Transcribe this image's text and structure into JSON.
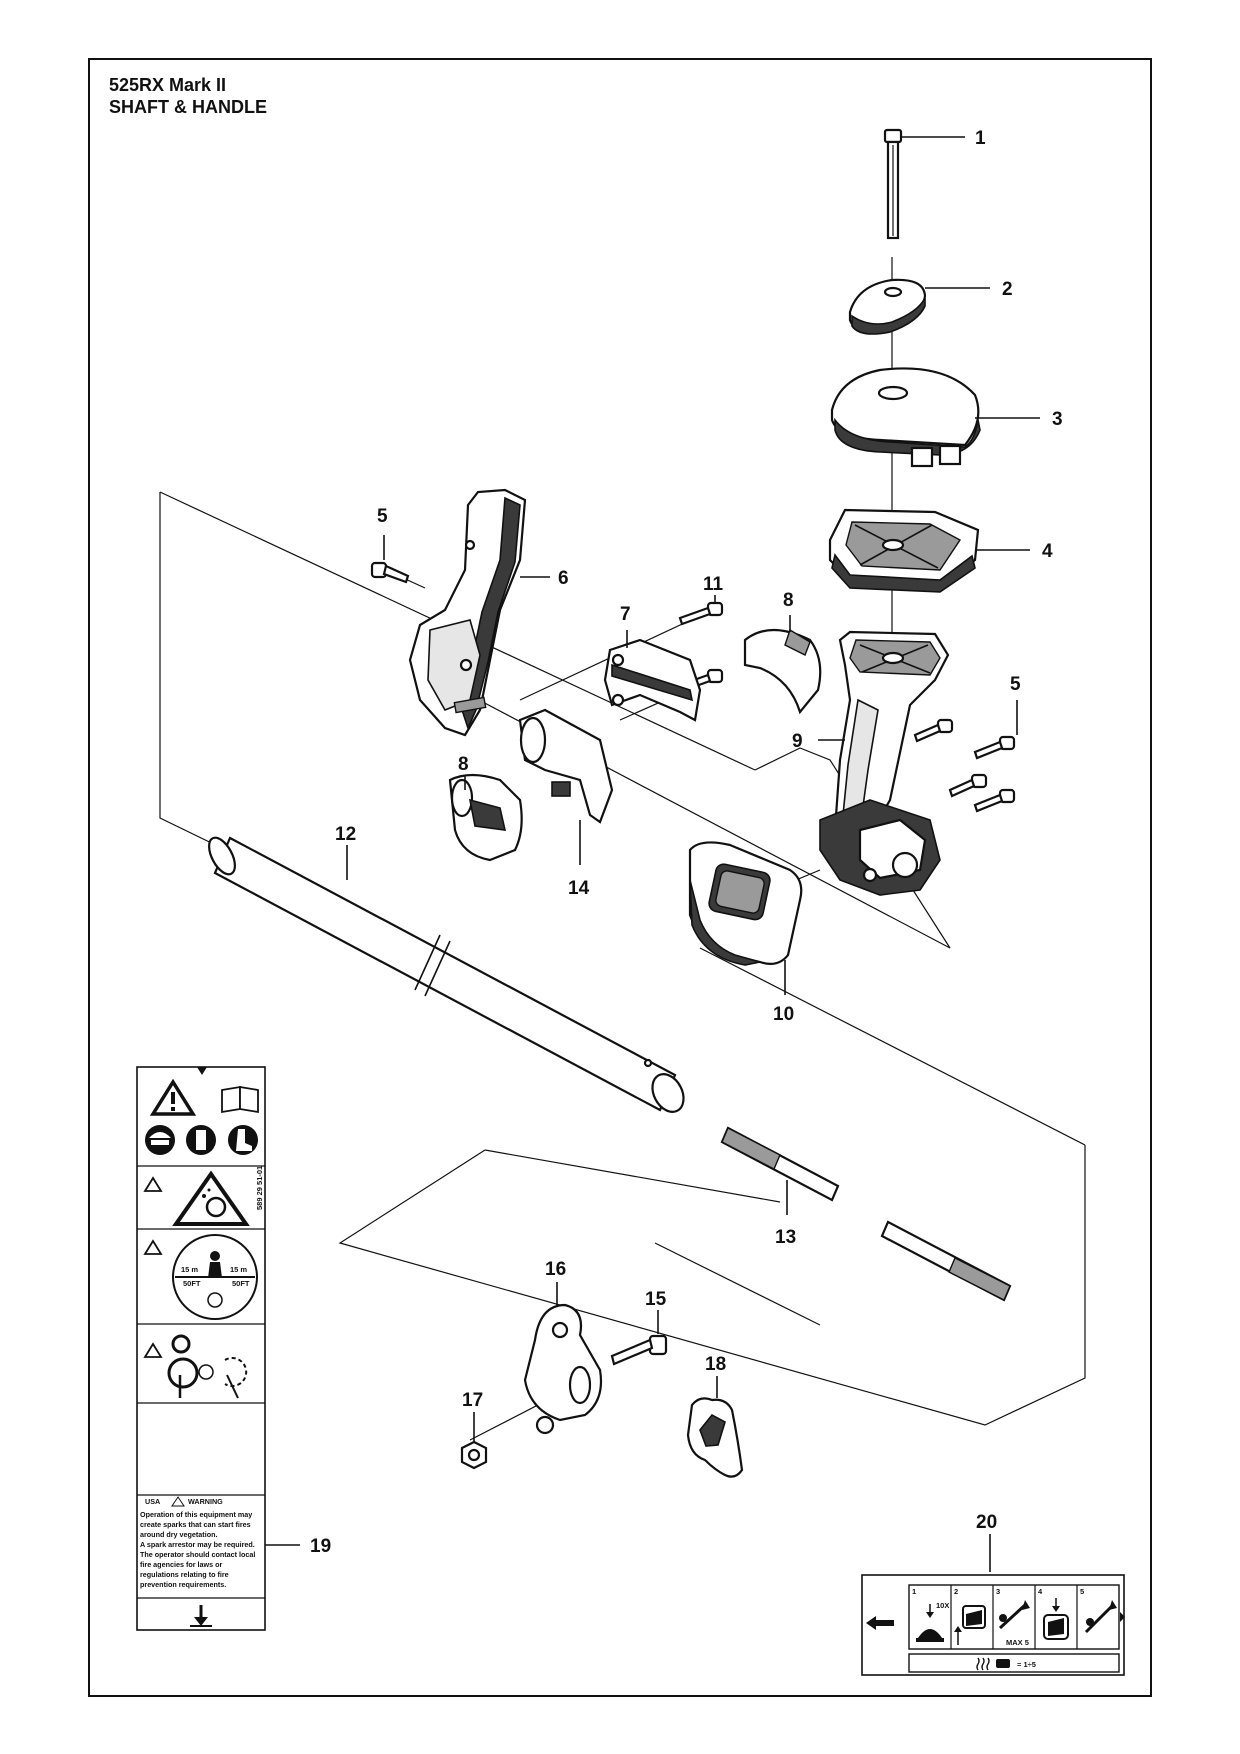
{
  "header": {
    "model": "525RX Mark II",
    "section": "SHAFT & HANDLE"
  },
  "parts": [
    {
      "key": "p1",
      "label": "1"
    },
    {
      "key": "p2",
      "label": "2"
    },
    {
      "key": "p3",
      "label": "3"
    },
    {
      "key": "p4",
      "label": "4"
    },
    {
      "key": "p5a",
      "label": "5"
    },
    {
      "key": "p5b",
      "label": "5"
    },
    {
      "key": "p6",
      "label": "6"
    },
    {
      "key": "p7",
      "label": "7"
    },
    {
      "key": "p8a",
      "label": "8"
    },
    {
      "key": "p8b",
      "label": "8"
    },
    {
      "key": "p9",
      "label": "9"
    },
    {
      "key": "p10",
      "label": "10"
    },
    {
      "key": "p11",
      "label": "11"
    },
    {
      "key": "p12",
      "label": "12"
    },
    {
      "key": "p13",
      "label": "13"
    },
    {
      "key": "p14",
      "label": "14"
    },
    {
      "key": "p15",
      "label": "15"
    },
    {
      "key": "p16",
      "label": "16"
    },
    {
      "key": "p17",
      "label": "17"
    },
    {
      "key": "p18",
      "label": "18"
    },
    {
      "key": "p19",
      "label": "19"
    },
    {
      "key": "p20",
      "label": "20"
    }
  ],
  "decal19": {
    "id_code": "589 29 51-01",
    "distance_left": "15 m",
    "distance_left_ft": "50FT",
    "distance_right": "15 m",
    "distance_right_ft": "50FT",
    "region": "USA",
    "warning_title": "WARNING",
    "warning_lines": [
      "Operation of this equipment may",
      "create sparks that can start fires",
      "around dry vegetation.",
      "A spark arrestor may be required.",
      "The operator should contact local",
      "fire agencies for laws or",
      "regulations relating to fire",
      "prevention requirements."
    ]
  },
  "decal20": {
    "steps": [
      "1",
      "2",
      "3",
      "4",
      "5"
    ],
    "step1_count": "10X",
    "step3_note": "MAX 5",
    "footer": "= 1÷5"
  }
}
